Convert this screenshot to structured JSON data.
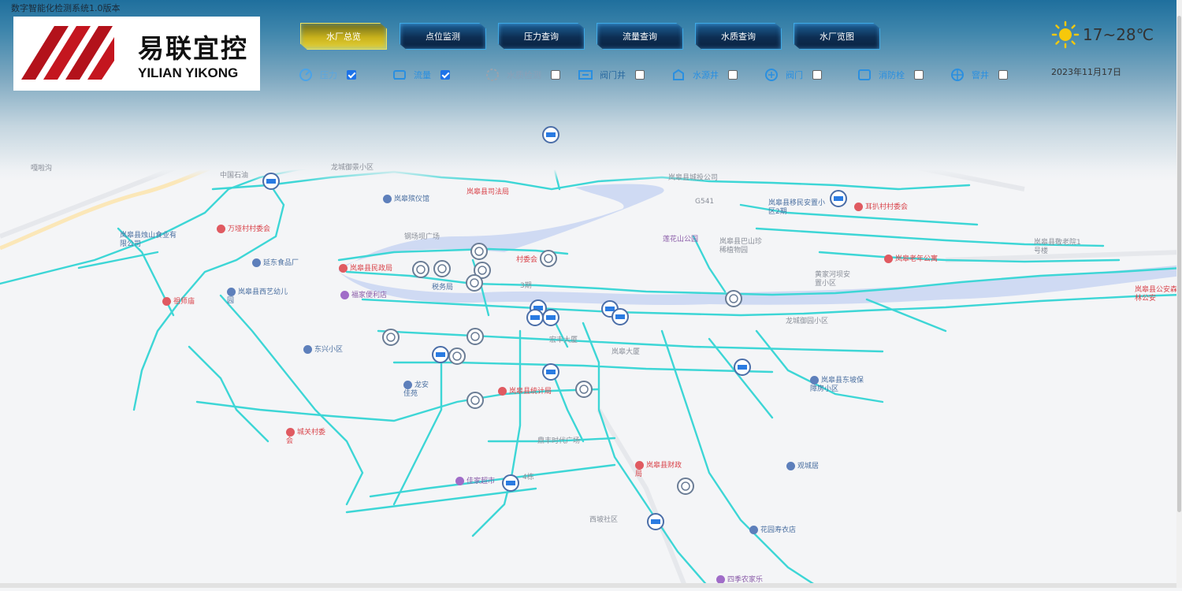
{
  "app": {
    "title": "数字智能化检测系统1.0版本"
  },
  "logo": {
    "cn": "易联宜控",
    "en": "YILIAN YIKONG"
  },
  "nav": [
    {
      "label": "水厂总览",
      "active": true
    },
    {
      "label": "点位监测",
      "active": false
    },
    {
      "label": "压力查询",
      "active": false
    },
    {
      "label": "流量查询",
      "active": false
    },
    {
      "label": "水质查询",
      "active": false
    },
    {
      "label": "水厂览图",
      "active": false
    }
  ],
  "layers": [
    {
      "label": "压力",
      "icon": "pressure-icon",
      "checked": true
    },
    {
      "label": "流量",
      "icon": "flow-icon",
      "checked": true
    },
    {
      "label": "水质检测",
      "icon": "water-quality-icon",
      "checked": false
    },
    {
      "label": "阀门井",
      "icon": "valve-well-icon",
      "checked": false
    },
    {
      "label": "水源井",
      "icon": "water-source-well-icon",
      "checked": false
    },
    {
      "label": "阀门",
      "icon": "valve-icon",
      "checked": false
    },
    {
      "label": "消防栓",
      "icon": "hydrant-icon",
      "checked": false
    },
    {
      "label": "窨井",
      "icon": "manhole-icon",
      "checked": false
    }
  ],
  "weather": {
    "icon": "sun-icon",
    "temp": "17~28℃",
    "date": "2023年11月17日"
  },
  "map": {
    "pipe_color": "#3dd6d6",
    "river_color": "#c9d6f2",
    "pois": [
      {
        "name": "嘎啦沟",
        "type": "grey"
      },
      {
        "name": "中国石油",
        "type": "grey"
      },
      {
        "name": "龙城御景小区",
        "type": "grey"
      },
      {
        "name": "岚皋县司法局",
        "type": "red"
      },
      {
        "name": "岚皋殡仪馆",
        "type": "blue"
      },
      {
        "name": "G541",
        "type": "grey"
      },
      {
        "name": "岚皋县城投公司",
        "type": "grey"
      },
      {
        "name": "岚皋县移民安置小区2期",
        "type": "blue"
      },
      {
        "name": "耳扒村村委会",
        "type": "red"
      },
      {
        "name": "万垭村村委会",
        "type": "red"
      },
      {
        "name": "岚皋县烛山食业有限公司",
        "type": "blue"
      },
      {
        "name": "钢场坝广场",
        "type": "grey"
      },
      {
        "name": "莲花山公园",
        "type": "purple"
      },
      {
        "name": "岚皋县巴山珍稀植物园",
        "type": "grey"
      },
      {
        "name": "岚皋县敬老院1号楼",
        "type": "grey"
      },
      {
        "name": "延东食品厂",
        "type": "blue"
      },
      {
        "name": "岚皋县民政局",
        "type": "red"
      },
      {
        "name": "村委会",
        "type": "red"
      },
      {
        "name": "岚皋老年公寓",
        "type": "red"
      },
      {
        "name": "岚皋县西艺幼儿园",
        "type": "blue"
      },
      {
        "name": "福家便利店",
        "type": "purple"
      },
      {
        "name": "税务局",
        "type": "blue"
      },
      {
        "name": "3期",
        "type": "grey"
      },
      {
        "name": "黄家河坝安置小区",
        "type": "grey"
      },
      {
        "name": "岚皋县公安森林公安",
        "type": "red"
      },
      {
        "name": "祖师庙",
        "type": "red"
      },
      {
        "name": "龙城御园小区",
        "type": "grey"
      },
      {
        "name": "宏丰大厦",
        "type": "grey"
      },
      {
        "name": "岚皋大厦",
        "type": "grey"
      },
      {
        "name": "东兴小区",
        "type": "blue"
      },
      {
        "name": "岚皋县东坡保障房小区",
        "type": "blue"
      },
      {
        "name": "龙安佳苑",
        "type": "blue"
      },
      {
        "name": "岚皋县统计局",
        "type": "red"
      },
      {
        "name": "城关村委会",
        "type": "red"
      },
      {
        "name": "鼎丰时代广场",
        "type": "grey"
      },
      {
        "name": "观城居",
        "type": "blue"
      },
      {
        "name": "佳家超市",
        "type": "purple"
      },
      {
        "name": "4栋",
        "type": "grey"
      },
      {
        "name": "岚皋县财政局",
        "type": "red"
      },
      {
        "name": "西坡社区",
        "type": "grey"
      },
      {
        "name": "花园寿衣店",
        "type": "blue"
      },
      {
        "name": "四季农家乐",
        "type": "purple"
      }
    ]
  }
}
